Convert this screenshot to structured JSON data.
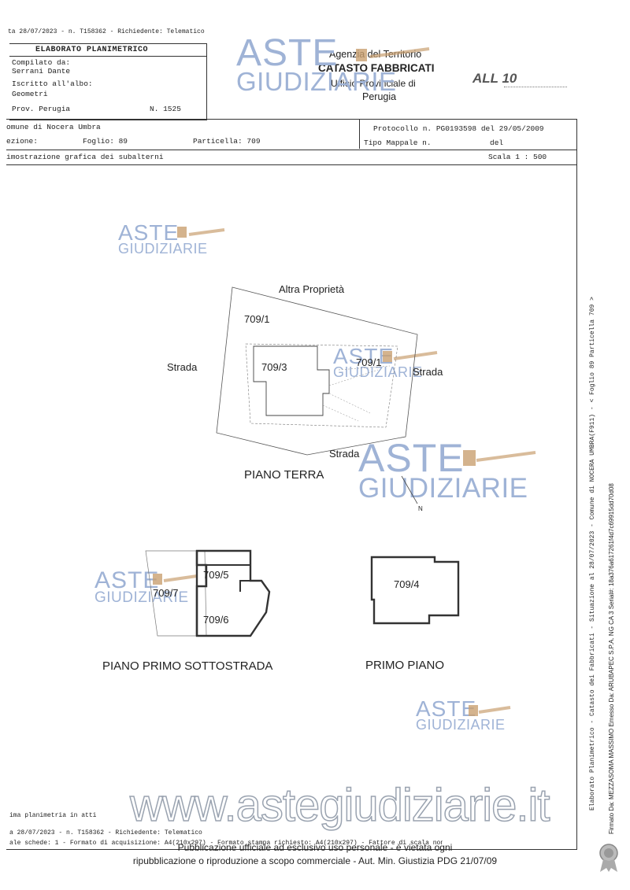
{
  "top_line": "ta  28/07/2023 - n. T158362 - Richiedente: Telematico",
  "header": {
    "title": "ELABORATO PLANIMETRICO",
    "compiled_by_label": "Compilato da:",
    "compiled_by_value": "Serrani Dante",
    "registered_label": "Iscritto all'albo:",
    "registered_value": "Geometri",
    "province": "Prov. Perugia",
    "number": "N.  1525"
  },
  "agency": {
    "line1": "Agenzia del Territorio",
    "line2": "CATASTO FABBRICATI",
    "line3": "Ufficio Provinciale di",
    "line4": "Perugia"
  },
  "all_mark": "ALL 10",
  "info": {
    "comune": "omune di Nocera Umbra",
    "sezione": "ezione:",
    "foglio": "Foglio: 89",
    "particella": "Particella: 709",
    "protocollo": "Protocollo n. PG0193598 del 29/05/2009",
    "tipo_mappale": "Tipo Mappale n.",
    "tipo_del": "del",
    "dimostrazione": "imostrazione grafica dei subalterni",
    "scala": "Scala 1 : 500"
  },
  "watermark": {
    "line1": "ASTE",
    "line2": "GIUDIZIARIE"
  },
  "plan": {
    "altra": "Altra Proprietà",
    "strada_left": "Strada",
    "strada_right": "Strada",
    "strada_bottom": "Strada",
    "s709_1a": "709/1",
    "s709_3": "709/3",
    "s709_1b": "709/1",
    "piano_terra": "PIANO TERRA",
    "north": "N",
    "s709_5": "709/5",
    "s709_7": "709/7",
    "s709_6": "709/6",
    "s709_4": "709/4",
    "piano_sotto": "PIANO PRIMO SOTTOSTRADA",
    "primo_piano": "PRIMO PIANO"
  },
  "footer": {
    "ultima": "ima planimetria in atti",
    "data_line": "a  28/07/2023 - n. T158362 - Richiedente: Telematico",
    "schede_line": "ale schede: 1 - Formato di acquisizione: A4(210x297) - Formato stampa richiesto: A4(210x297) - Fattore di scala non utilizzabile",
    "website": "www.astegiudiziarie.it",
    "pub1": "Pubblicazione ufficiale ad esclusivo uso personale - è vietata ogni",
    "pub2": "ripubblicazione o riproduzione a scopo commerciale - Aut. Min. Giustizia PDG 21/07/09"
  },
  "side": {
    "vertical1": "Elaborato Planimetrico - Catasto dei Fabbricati - Situazione al 28/07/2023 - Comune di NOCERA UMBRA(F911) - < Foglio 89 Particella 709 >",
    "vertical2": "Firmato Da: MEZZASOMA MASSIMO Emesso Da: ARUBAPEC S.P.A. NG CA 3 Serial#: 18a376a617261f4d7c69915dd70d08"
  }
}
